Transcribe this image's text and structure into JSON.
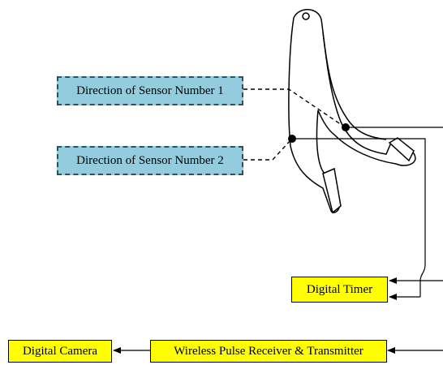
{
  "labels": {
    "sensor1": "Direction of Sensor Number 1",
    "sensor2": "Direction of Sensor Number 2",
    "digital_timer": "Digital Timer",
    "digital_camera": "Digital Camera",
    "wireless": "Wireless Pulse Receiver & Transmitter"
  },
  "colors": {
    "sensor_box_fill": "#93cddd",
    "device_box_fill": "#ffff00",
    "line": "#000000"
  }
}
